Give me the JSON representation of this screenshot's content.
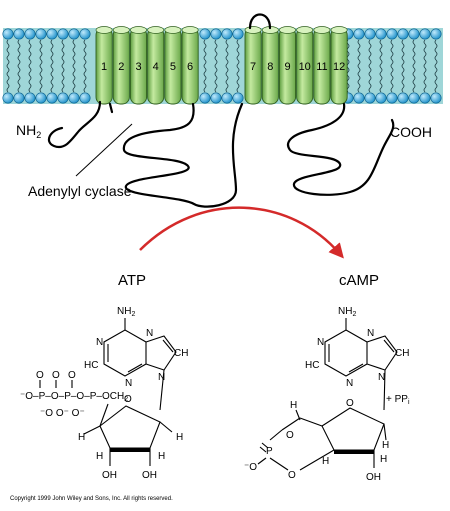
{
  "protein": {
    "helix_numbers": [
      "1",
      "2",
      "3",
      "4",
      "5",
      "6",
      "7",
      "8",
      "9",
      "10",
      "11",
      "12"
    ],
    "n_terminus": "NH",
    "n_terminus_sub": "2",
    "c_terminus": "COOH",
    "name": "Adenylyl cyclase"
  },
  "reaction": {
    "reactant": "ATP",
    "product": "cAMP"
  },
  "atp": {
    "amine": "NH",
    "amine_sub": "2",
    "atoms": [
      "N",
      "N",
      "N",
      "HC",
      "N",
      "CH",
      "H",
      "H",
      "H",
      "H",
      "OH",
      "OH",
      "O"
    ],
    "phosphate_top": "O",
    "phosphate_row": "⁻O–P–O–P–O–P–OCH",
    "phosphate_row_sub": "2",
    "phosphate_bottom": "⁻O   O⁻   O⁻"
  },
  "camp": {
    "amine": "NH",
    "amine_sub": "2",
    "atoms": [
      "N",
      "N",
      "N",
      "HC",
      "N",
      "CH",
      "H",
      "H",
      "H",
      "H",
      "O",
      "O",
      "OH"
    ],
    "ppi": "+ PP",
    "ppi_sub": "i",
    "phosphate": "P",
    "phosphate_o_minus": "⁻O",
    "phosphate_o": "O"
  },
  "copyright": "Copyright 1999 John Wiley and Sons, Inc. All rights reserved.",
  "colors": {
    "membrane": "#9fd6d8",
    "lipid_head": "#1ea8e0",
    "helix": "#a8d880",
    "helix_dark": "#6aa84a",
    "arrow": "#d42a2a"
  }
}
